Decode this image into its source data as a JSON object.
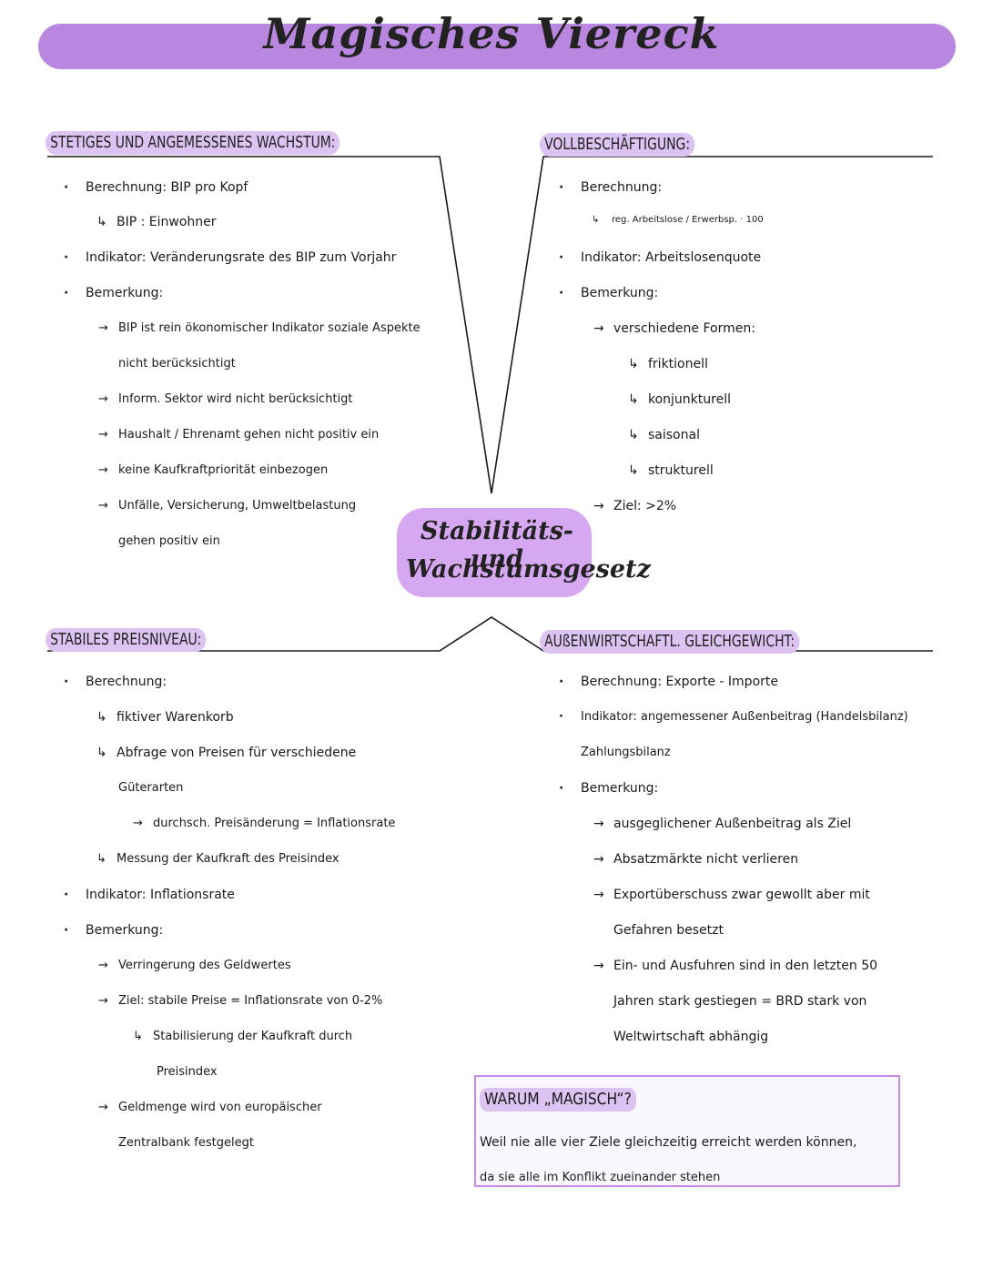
{
  "title": "Magisches Viereck",
  "center": {
    "line1": "Stabilitäts- und",
    "line2": "Wachstumsgesetz"
  },
  "sections": {
    "wachstum": {
      "heading": "STETIGES UND ANGEMESSENES WACHSTUM:",
      "lines": [
        {
          "mark": "",
          "text": "Berechnung: BIP pro Kopf"
        },
        {
          "mark": "↳",
          "text": "BIP : Einwohner"
        },
        {
          "mark": "",
          "text": "Indikator: Veränderungsrate des BIP zum Vorjahr"
        },
        {
          "mark": "",
          "text": "Bemerkung:"
        },
        {
          "mark": "→",
          "text": "BIP ist rein ökonomischer Indikator soziale Aspekte"
        },
        {
          "mark": "",
          "text": "nicht berücksichtigt"
        },
        {
          "mark": "→",
          "text": "Inform. Sektor wird nicht berücksichtigt"
        },
        {
          "mark": "→",
          "text": "Haushalt / Ehrenamt gehen nicht positiv ein"
        },
        {
          "mark": "→",
          "text": "keine Kaufkraftpriorität einbezogen"
        },
        {
          "mark": "→",
          "text": "Unfälle, Versicherung, Umweltbelastung"
        },
        {
          "mark": "",
          "text": "gehen positiv ein"
        }
      ]
    },
    "voll": {
      "heading": "VOLLBESCHÄFTIGUNG:",
      "lines": [
        {
          "mark": "",
          "text": "Berechnung:"
        },
        {
          "mark": "↳",
          "text": "reg. Arbeitslose / Erwerbsp. · 100"
        },
        {
          "mark": "",
          "text": "Indikator: Arbeitslosenquote"
        },
        {
          "mark": "",
          "text": "Bemerkung:"
        },
        {
          "mark": "→",
          "text": "verschiedene Formen:"
        },
        {
          "mark": "↳",
          "text": "friktionell"
        },
        {
          "mark": "↳",
          "text": "konjunkturell"
        },
        {
          "mark": "↳",
          "text": "saisonal"
        },
        {
          "mark": "↳",
          "text": "strukturell"
        },
        {
          "mark": "→",
          "text": "Ziel: >2%"
        }
      ]
    },
    "preis": {
      "heading": "STABILES PREISNIVEAU:",
      "lines": [
        {
          "mark": "",
          "text": "Berechnung:"
        },
        {
          "mark": "↳",
          "text": "fiktiver Warenkorb"
        },
        {
          "mark": "↳",
          "text": "Abfrage von Preisen für verschiedene"
        },
        {
          "mark": "",
          "text": "Güterarten"
        },
        {
          "mark": "→",
          "text": "durchsch. Preisänderung = Inflationsrate"
        },
        {
          "mark": "↳",
          "text": "Messung der Kaufkraft des Preisindex"
        },
        {
          "mark": "",
          "text": "Indikator: Inflationsrate"
        },
        {
          "mark": "",
          "text": "Bemerkung:"
        },
        {
          "mark": "→",
          "text": "Verringerung des Geldwertes"
        },
        {
          "mark": "→",
          "text": "Ziel: stabile Preise = Inflationsrate von 0-2%"
        },
        {
          "mark": "↳",
          "text": "Stabilisierung der Kaufkraft durch"
        },
        {
          "mark": "",
          "text": "Preisindex"
        },
        {
          "mark": "→",
          "text": "Geldmenge wird von europäischer"
        },
        {
          "mark": "",
          "text": "Zentralbank festgelegt"
        }
      ]
    },
    "aussen": {
      "heading": "AUßENWIRTSCHAFTL. GLEICHGEWICHT:",
      "lines": [
        {
          "mark": "",
          "text": "Berechnung: Exporte - Importe"
        },
        {
          "mark": "",
          "text": "Indikator: angemessener Außenbeitrag (Handelsbilanz)"
        },
        {
          "mark": "",
          "text": "Zahlungsbilanz"
        },
        {
          "mark": "",
          "text": "Bemerkung:"
        },
        {
          "mark": "→",
          "text": "ausgeglichener Außenbeitrag als Ziel"
        },
        {
          "mark": "→",
          "text": "Absatzmärkte nicht verlieren"
        },
        {
          "mark": "→",
          "text": "Exportüberschuss zwar gewollt aber mit"
        },
        {
          "mark": "",
          "text": "Gefahren besetzt"
        },
        {
          "mark": "→",
          "text": "Ein- und Ausfuhren sind in den letzten 50"
        },
        {
          "mark": "",
          "text": "Jahren stark gestiegen = BRD stark von"
        },
        {
          "mark": "",
          "text": "Weltwirtschaft abhängig"
        }
      ]
    }
  },
  "magisch": {
    "heading": "WARUM „MAGISCH“?",
    "line1": "Weil nie alle vier Ziele gleichzeitig erreicht werden können,",
    "line2": "da sie alle im Konflikt zueinander stehen"
  },
  "colors": {
    "accent": "#b987e0",
    "highlight": "#dcc3f2",
    "center": "#d7a8f2"
  }
}
